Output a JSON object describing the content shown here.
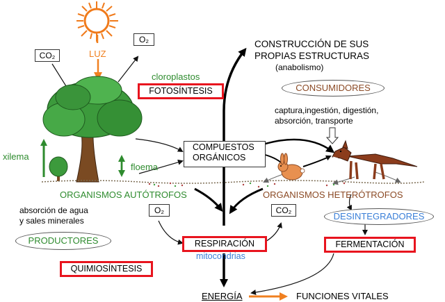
{
  "labels": {
    "luz": "LUZ",
    "co2_top": "CO₂",
    "o2_top": "O₂",
    "cloroplastos": "cloroplastos",
    "fotosintesis": "FOTOSÍNTESIS",
    "construccion_line1": "CONSTRUCCIÓN DE SUS",
    "construccion_line2": "PROPIAS ESTRUCTURAS",
    "anabolismo": "(anabolismo)",
    "consumidores": "CONSUMIDORES",
    "captura_line1": "captura,ingestión, digestión,",
    "captura_line2": "absorción, transporte",
    "compuestos_line1": "COMPUESTOS",
    "compuestos_line2": "ORGÁNICOS",
    "xilema": "xilema",
    "floema": "floema",
    "org_autotrofos": "ORGANISMOS AUTÓTROFOS",
    "org_heterotrofos": "ORGANISMOS HETERÓTROFOS",
    "absorcion_line1": "absorción de agua",
    "absorcion_line2": "y sales minerales",
    "o2_mid": "O₂",
    "co2_mid": "CO₂",
    "desintegradores": "DESINTEGRADORES",
    "productores": "PRODUCTORES",
    "respiracion": "RESPIRACIÓN",
    "mitocondrias": "mitocondrias",
    "fermentacion": "FERMENTACIÓN",
    "quimiosintesis": "QUIMIOSÍNTESIS",
    "energia": "ENERGÍA",
    "funciones_vitales": "FUNCIONES VITALES"
  },
  "colors": {
    "green": "#2e8b2e",
    "orange": "#f08020",
    "red_border": "#e8141e",
    "blue": "#3a7fd8",
    "brown": "#8b4a25",
    "sun": "#f07a1a",
    "tree_foliage": "#3c9a3c",
    "trunk": "#7a4a22",
    "fox": "#8b3c1c",
    "rabbit": "#e89050"
  },
  "icons": [
    "sun-icon",
    "tree-icon",
    "bush-icon",
    "rabbit-icon",
    "fox-icon"
  ]
}
